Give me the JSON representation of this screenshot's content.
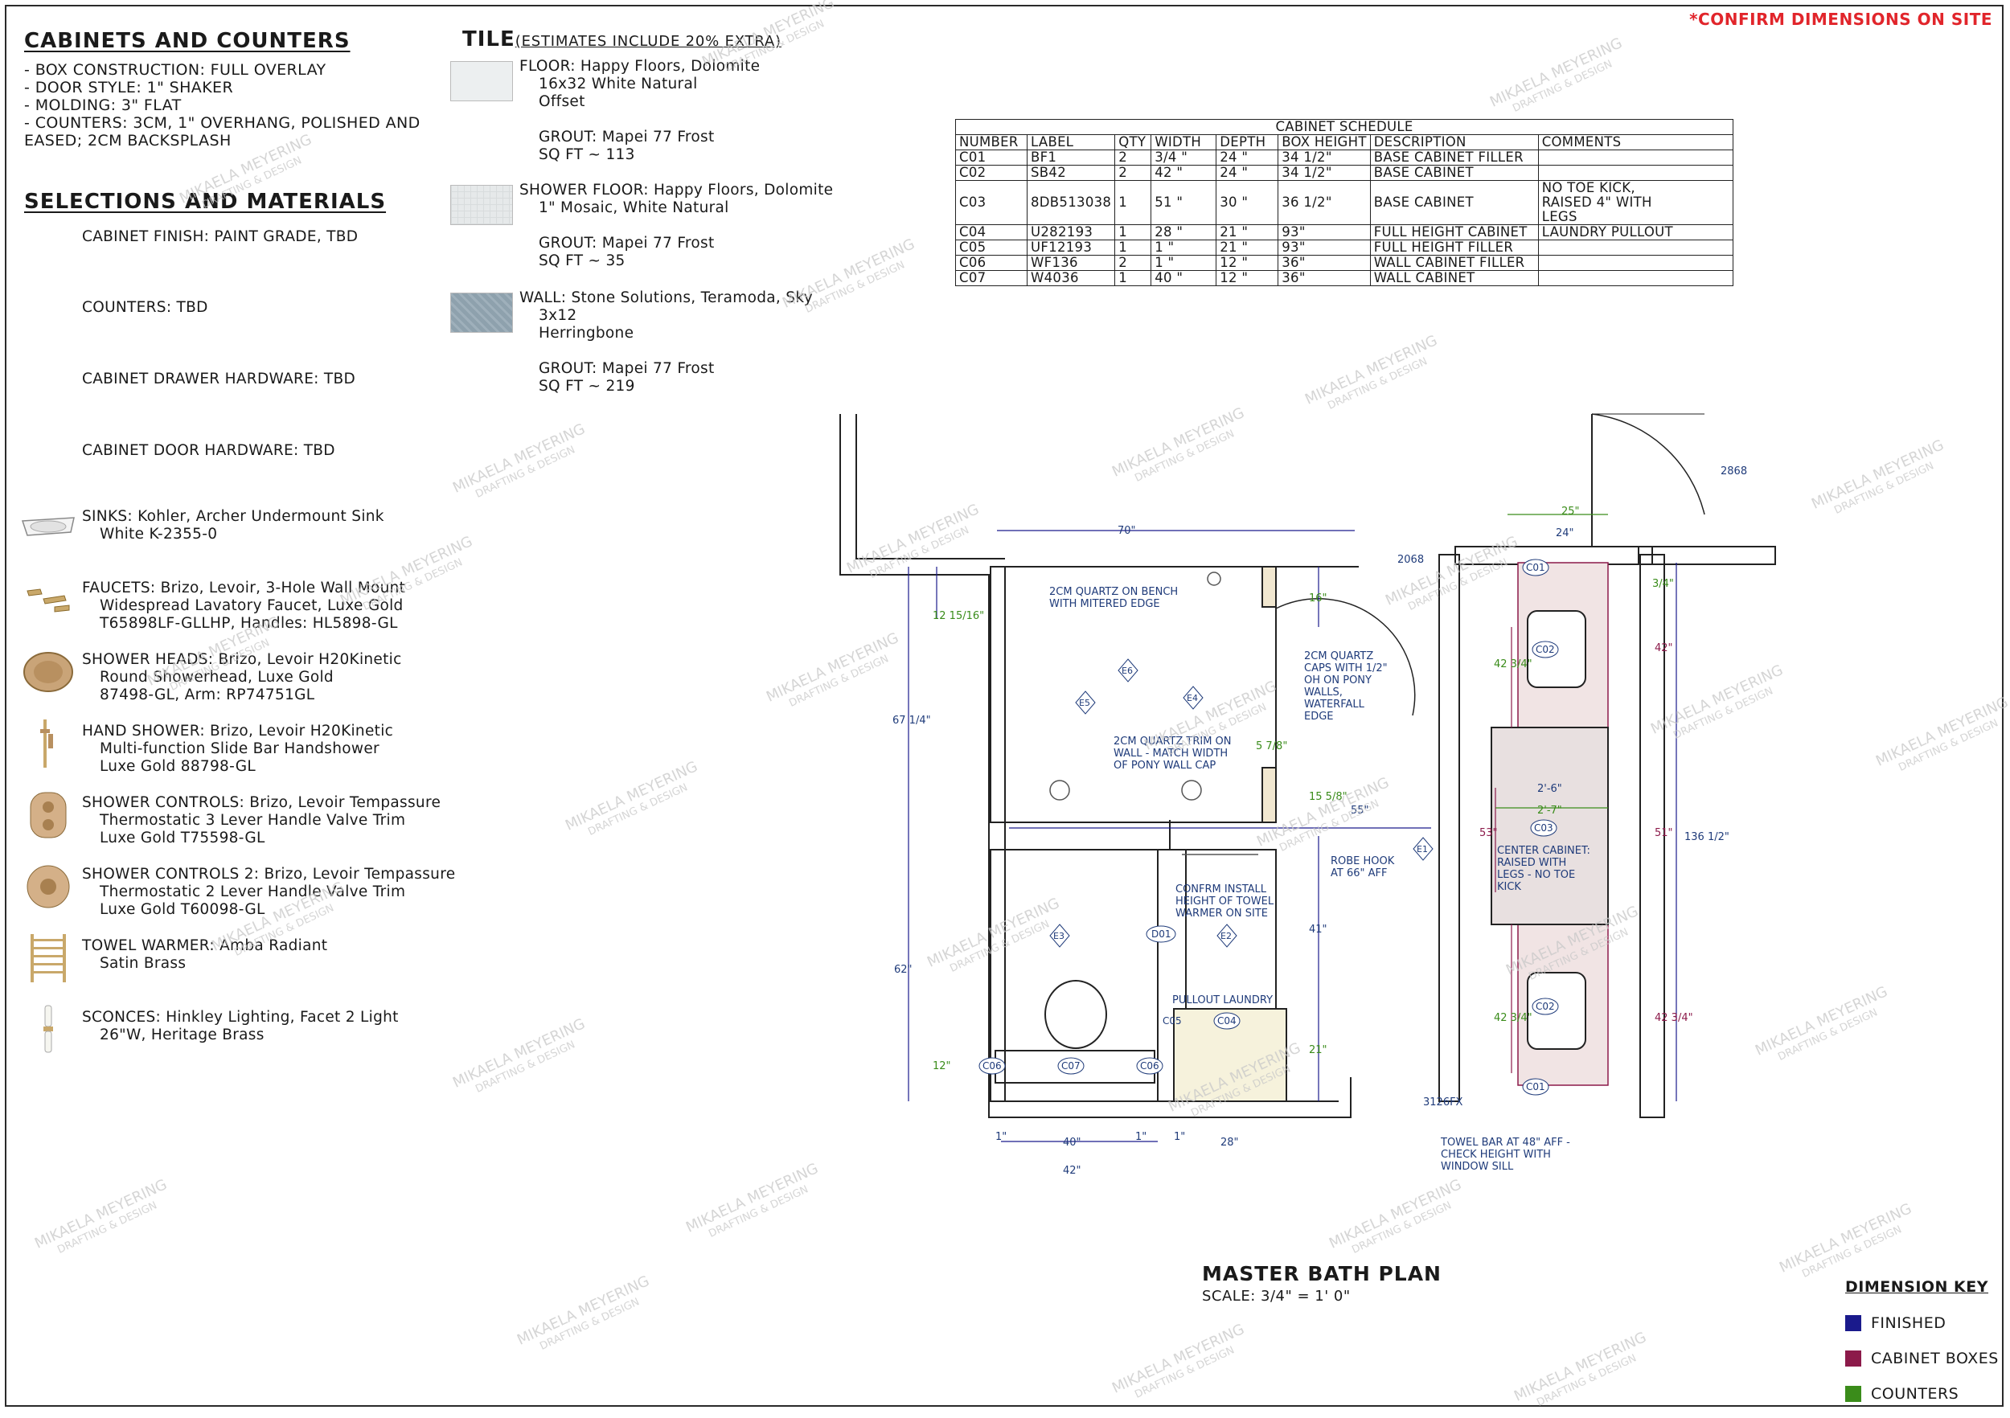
{
  "notice": "*CONFIRM DIMENSIONS ON SITE",
  "cabinets_counters": {
    "heading": "CABINETS AND COUNTERS",
    "lines": [
      "- BOX CONSTRUCTION: FULL OVERLAY",
      "- DOOR STYLE: 1\" SHAKER",
      "- MOLDING: 3\" FLAT",
      "- COUNTERS: 3CM, 1\" OVERHANG, POLISHED AND",
      "EASED; 2CM BACKSPLASH"
    ]
  },
  "selections": {
    "heading": "SELECTIONS AND MATERIALS",
    "items": [
      {
        "lines": [
          "CABINET FINISH: PAINT GRADE, TBD"
        ],
        "icon": "none"
      },
      {
        "lines": [
          "COUNTERS: TBD"
        ],
        "icon": "none"
      },
      {
        "lines": [
          "CABINET DRAWER HARDWARE: TBD"
        ],
        "icon": "none"
      },
      {
        "lines": [
          "CABINET DOOR HARDWARE: TBD"
        ],
        "icon": "none"
      },
      {
        "lines": [
          "SINKS: Kohler, Archer Undermount Sink",
          "White K-2355-0"
        ],
        "icon": "sink-icon"
      },
      {
        "lines": [
          "FAUCETS: Brizo, Levoir, 3-Hole Wall Mount",
          "Widespread Lavatory Faucet, Luxe Gold",
          "T65898LF-GLLHP, Handles: HL5898-GL"
        ],
        "icon": "faucet-icon"
      },
      {
        "lines": [
          "SHOWER HEADS: Brizo, Levoir H20Kinetic",
          "Round Showerhead, Luxe Gold",
          "87498-GL, Arm: RP74751GL"
        ],
        "icon": "showerhead-icon"
      },
      {
        "lines": [
          "HAND SHOWER: Brizo, Levoir H20Kinetic",
          "Multi-function Slide Bar Handshower",
          "Luxe Gold 88798-GL"
        ],
        "icon": "handshower-icon"
      },
      {
        "lines": [
          "SHOWER CONTROLS: Brizo, Levoir Tempassure",
          "Thermostatic 3 Lever Handle Valve Trim",
          "Luxe Gold T75598-GL"
        ],
        "icon": "valve-3-lever-icon"
      },
      {
        "lines": [
          "SHOWER CONTROLS 2: Brizo, Levoir Tempassure",
          "Thermostatic 2 Lever Handle Valve Trim",
          "Luxe Gold T60098-GL"
        ],
        "icon": "valve-2-lever-icon"
      },
      {
        "lines": [
          "TOWEL WARMER: Amba Radiant",
          "Satin Brass"
        ],
        "icon": "towel-warmer-icon"
      },
      {
        "lines": [
          "SCONCES: Hinkley Lighting, Facet 2 Light",
          "26\"W, Heritage Brass"
        ],
        "icon": "sconce-icon"
      }
    ]
  },
  "tile": {
    "heading": "TILE",
    "sub": "(ESTIMATES INCLUDE 20% EXTRA)",
    "items": [
      {
        "lines": [
          "FLOOR: Happy Floors, Dolomite",
          "16x32 White Natural",
          "Offset",
          "",
          "GROUT: Mapei 77 Frost",
          "SQ FT ~ 113"
        ],
        "swatch": "#eceff0"
      },
      {
        "lines": [
          "SHOWER FLOOR: Happy Floors, Dolomite",
          "1\" Mosaic, White Natural",
          "",
          "GROUT: Mapei 77 Frost",
          "SQ FT ~ 35"
        ],
        "swatch": "#e6e9ea"
      },
      {
        "lines": [
          "WALL: Stone Solutions, Teramoda, Sky",
          "3x12",
          "Herringbone",
          "",
          "GROUT: Mapei 77 Frost",
          "SQ FT ~ 219"
        ],
        "swatch": "#8ea1ad"
      }
    ]
  },
  "schedule": {
    "title": "CABINET SCHEDULE",
    "headers": [
      "NUMBER",
      "LABEL",
      "QTY",
      "WIDTH",
      "DEPTH",
      "BOX HEIGHT",
      "DESCRIPTION",
      "COMMENTS"
    ],
    "rows": [
      [
        "C01",
        "BF1",
        "2",
        "3/4 \"",
        "24 \"",
        "34 1/2\"",
        "BASE CABINET FILLER",
        ""
      ],
      [
        "C02",
        "SB42",
        "2",
        "42 \"",
        "24 \"",
        "34 1/2\"",
        "BASE CABINET",
        ""
      ],
      [
        "C03",
        "8DB513038",
        "1",
        "51 \"",
        "30 \"",
        "36 1/2\"",
        "BASE CABINET",
        "NO TOE KICK,\nRAISED 4\" WITH\nLEGS"
      ],
      [
        "C04",
        "U282193",
        "1",
        "28 \"",
        "21 \"",
        "93\"",
        "FULL HEIGHT CABINET",
        "LAUNDRY PULLOUT"
      ],
      [
        "C05",
        "UF12193",
        "1",
        "1 \"",
        "21 \"",
        "93\"",
        "FULL HEIGHT FILLER",
        ""
      ],
      [
        "C06",
        "WF136",
        "2",
        "1 \"",
        "12 \"",
        "36\"",
        "WALL CABINET FILLER",
        ""
      ],
      [
        "C07",
        "W4036",
        "1",
        "40 \"",
        "12 \"",
        "36\"",
        "WALL CABINET",
        ""
      ]
    ]
  },
  "plan": {
    "title": "MASTER BATH PLAN",
    "scale": "SCALE: 3/4\" = 1' 0\"",
    "notes": {
      "bench": [
        "2CM QUARTZ ON BENCH",
        "WITH MITERED EDGE"
      ],
      "caps": [
        "2CM QUARTZ",
        "CAPS WITH 1/2\"",
        "OH ON PONY",
        "WALLS,",
        "WATERFALL",
        "EDGE"
      ],
      "trim": [
        "2CM QUARTZ TRIM ON",
        "WALL - MATCH WIDTH",
        "OF PONY WALL CAP"
      ],
      "robe": [
        "ROBE HOOK",
        "AT 66\" AFF"
      ],
      "towel_warmer": [
        "CONFRM INSTALL",
        "HEIGHT OF TOWEL",
        "WARMER ON SITE"
      ],
      "center_cab": [
        "CENTER CABINET:",
        "RAISED WITH",
        "LEGS - NO TOE",
        "KICK"
      ],
      "towel_bar": [
        "TOWEL BAR AT 48\" AFF -",
        "CHECK HEIGHT WITH",
        "WINDOW SILL"
      ],
      "laundry": "PULLOUT LAUNDRY"
    },
    "dims": {
      "d70": "70\"",
      "d2068": "2068",
      "d2868": "2868",
      "d25": "25\"",
      "d24": "24\"",
      "d12_15_16": "12 15/16\"",
      "d16": "16\"",
      "d67_1_4": "67 1/4\"",
      "d5_7_8": "5 7/8\"",
      "d15_5_8": "15 5/8\"",
      "d55": "55\"",
      "d53": "53\"",
      "d2_6": "2'-6\"",
      "d2_7": "2'-7\"",
      "d42_3_4a": "42 3/4\"",
      "d42_3_4b": "42 3/4\"",
      "d42a": "42\"",
      "d51": "51\"",
      "d136_1_2": "136 1/2\"",
      "d3_4": "3/4\"",
      "d42_3_4c": "42 3/4\"",
      "d62": "62\"",
      "d41": "41\"",
      "d21": "21\"",
      "d12": "12\"",
      "d1a": "1\"",
      "d40": "40\"",
      "d1b": "1\"",
      "d1c": "1\"",
      "d28": "28\"",
      "d42b": "42\"",
      "d3126fx": "3126FX"
    },
    "tags": [
      "C01",
      "C02",
      "C03",
      "C02",
      "C01",
      "C04",
      "C05",
      "C06",
      "C07",
      "C06",
      "D01"
    ],
    "elev": [
      "E1",
      "E2",
      "E3",
      "E4",
      "E5",
      "E6"
    ]
  },
  "dim_key": {
    "title": "DIMENSION KEY",
    "items": [
      {
        "label": "FINISHED",
        "color": "#1a1a8c"
      },
      {
        "label": "CABINET BOXES",
        "color": "#8c1a4a"
      },
      {
        "label": "COUNTERS",
        "color": "#3a8c1a"
      }
    ]
  },
  "watermark": [
    "MIKAELA MEYERING",
    "DRAFTING & DESIGN"
  ]
}
